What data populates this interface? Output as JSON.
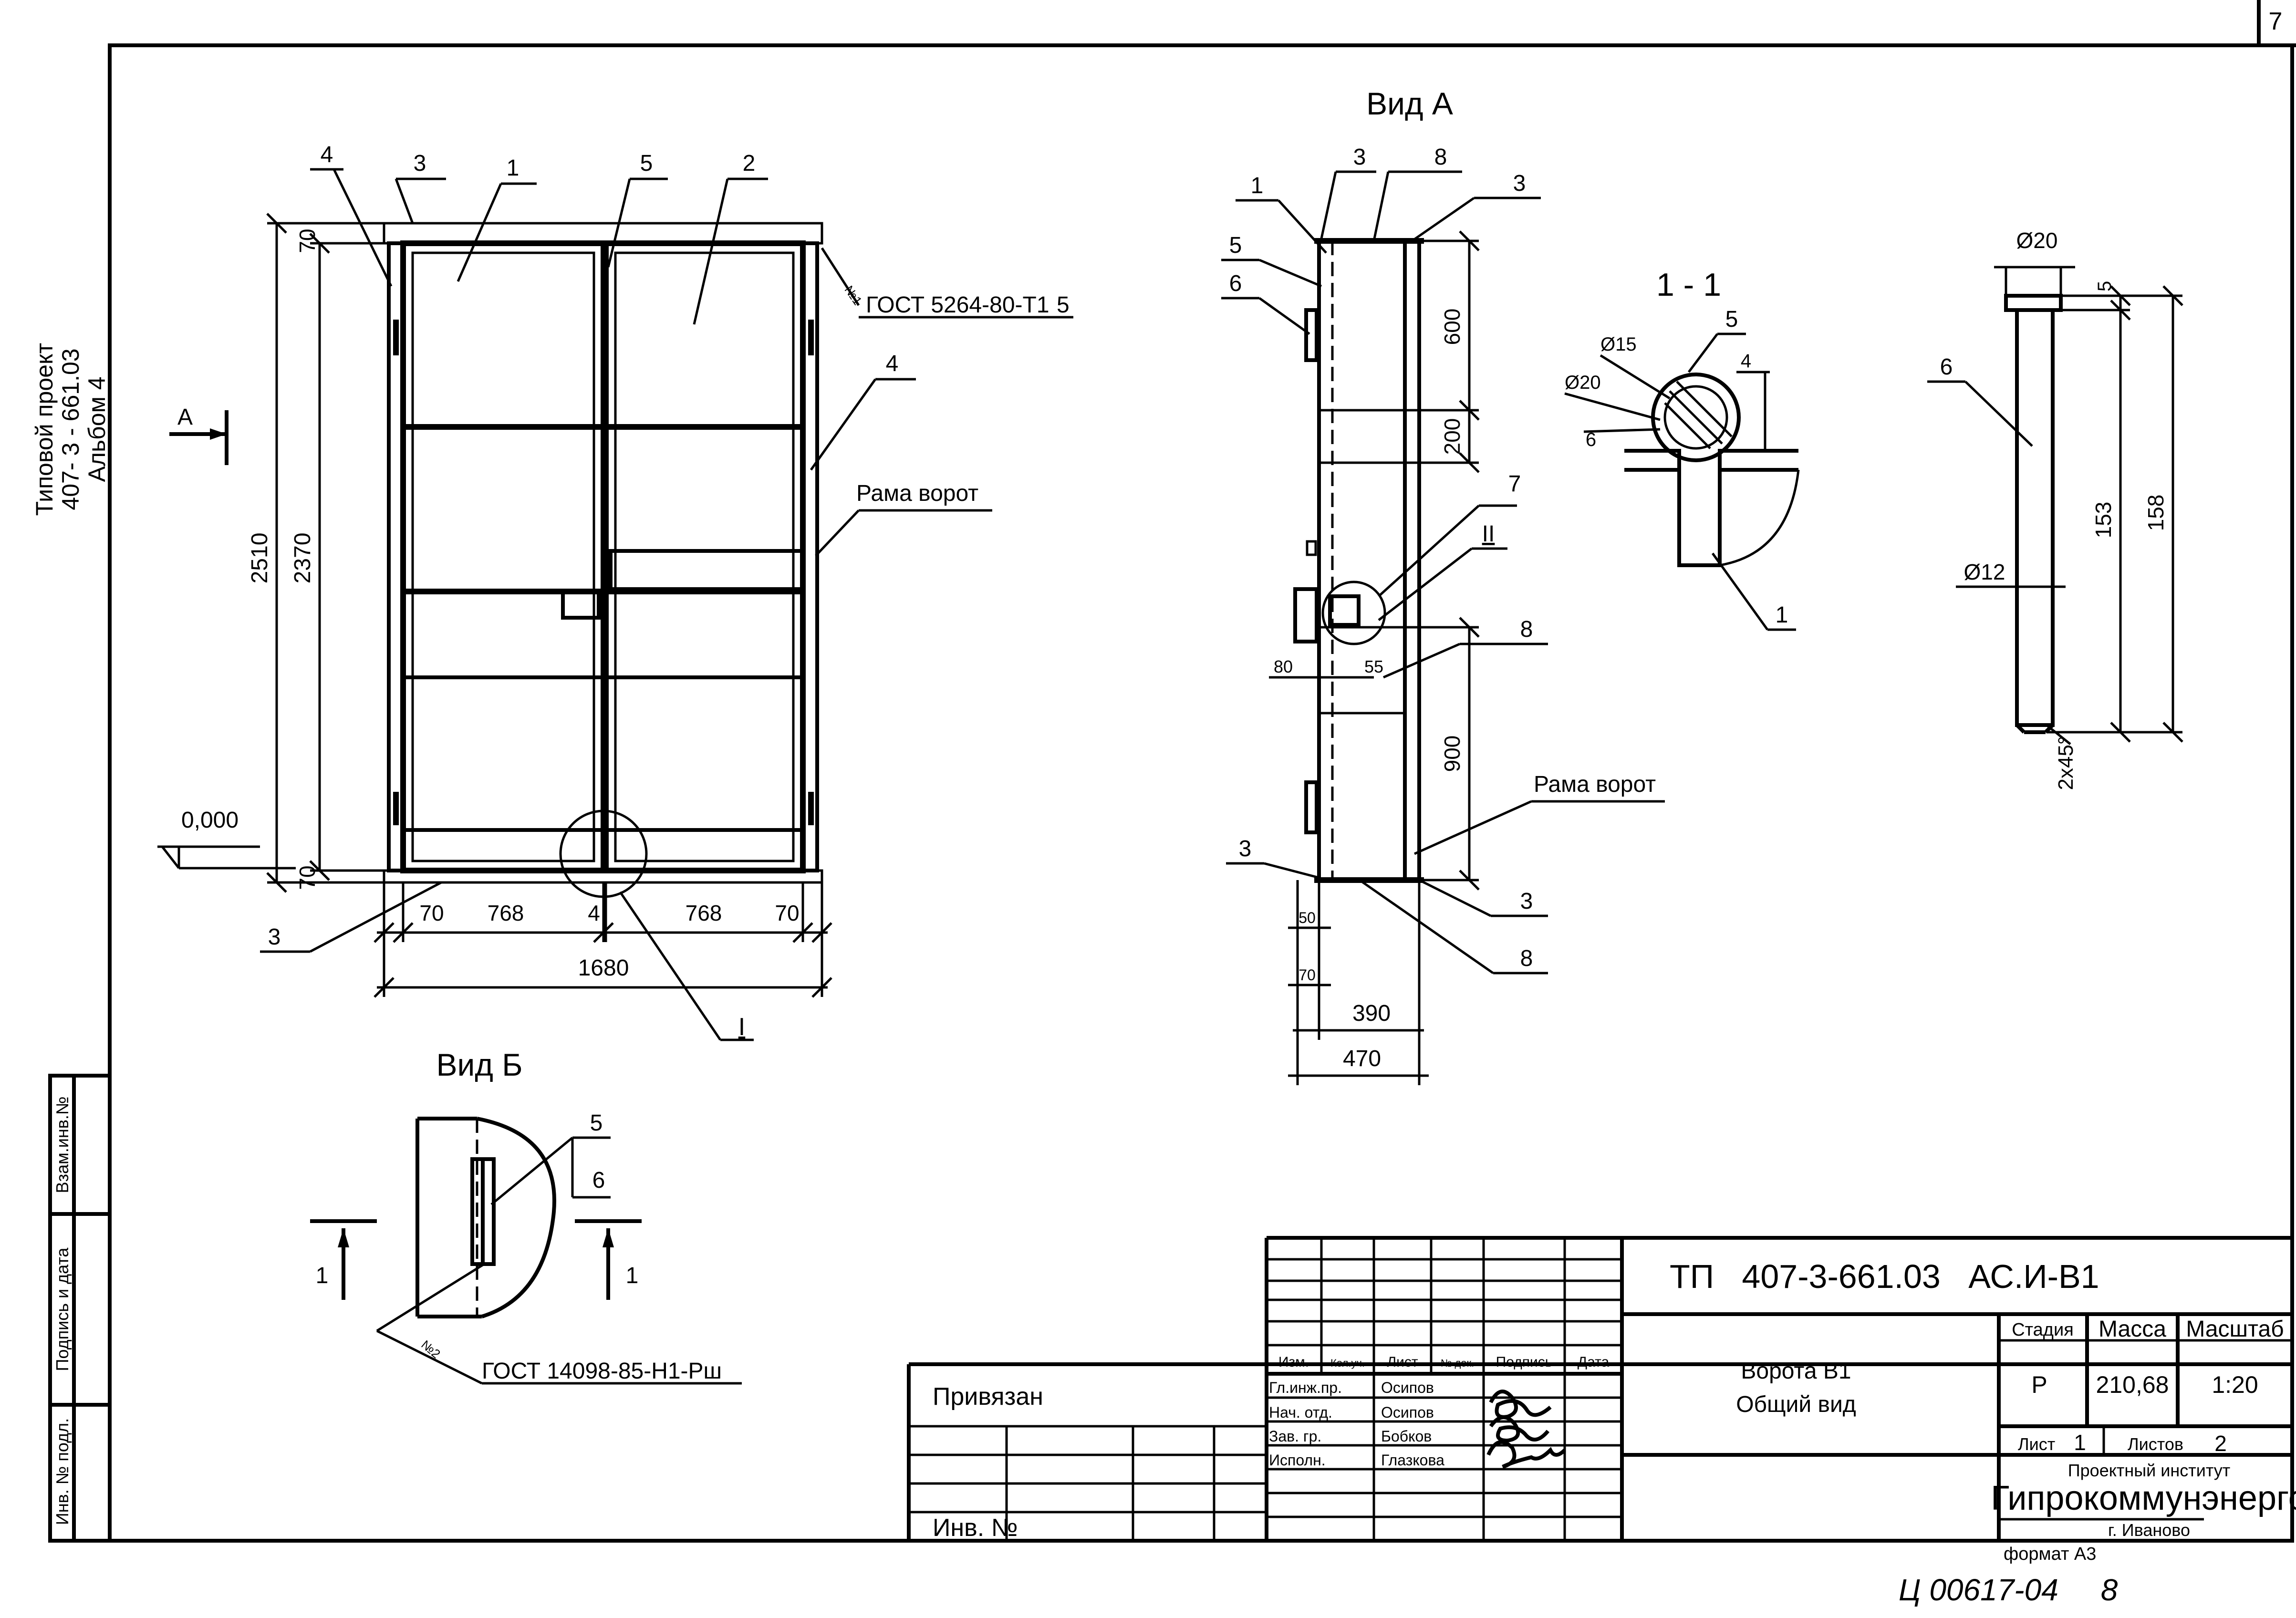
{
  "page_number": "7",
  "side_stamp": {
    "line1": "Типовой проект",
    "line2": "407- 3 - 661.03",
    "line3": "Альбом 4"
  },
  "left_margin_labels": {
    "vzam": "Взам.инв.№",
    "podpis": "Подпись и дата",
    "inv": "Инв. № подл."
  },
  "main_view": {
    "section_marker": "А",
    "level_mark": "0,000",
    "gost_weld": "ГОСТ 5264-80-Т1",
    "weld_size": "5",
    "weld_no": "№1",
    "frame_label": "Рама ворот",
    "node_label": "I",
    "callouts": [
      "4",
      "3",
      "1",
      "5",
      "2",
      "4",
      "3"
    ],
    "dims": {
      "h_total": "2510",
      "h_inner": "2370",
      "top": "70",
      "bottom": "70",
      "w1": "70",
      "w2": "768",
      "w3": "4",
      "w4": "768",
      "w5": "70",
      "w_total": "1680"
    }
  },
  "view_a": {
    "title": "Вид А",
    "frame_label": "Рама ворот",
    "node_label": "II",
    "callouts": [
      "1",
      "3",
      "8",
      "3",
      "5",
      "6",
      "7",
      "8",
      "3",
      "3",
      "8"
    ],
    "dims": {
      "d600": "600",
      "d200": "200",
      "d900": "900",
      "d80": "80",
      "d55": "55",
      "d50": "50",
      "d70": "70",
      "d390": "390",
      "d470": "470"
    }
  },
  "section_1_1": {
    "title": "1 - 1",
    "d15": "Ø15",
    "d20": "Ø20",
    "callouts": [
      "5",
      "4",
      "6",
      "1"
    ]
  },
  "pin_detail": {
    "d20": "Ø20",
    "d12": "Ø12",
    "d5": "5",
    "d153": "153",
    "d158": "158",
    "chamfer": "2x45°",
    "callout": "6"
  },
  "view_b": {
    "title": "Вид Б",
    "callouts": [
      "5",
      "6"
    ],
    "section": "1",
    "weld_no": "№2",
    "gost": "ГОСТ 14098-85-Н1-Рш"
  },
  "title_block": {
    "code": "ТП   407-3-661.03   АС.И-В1",
    "object_line1": "Ворота В1",
    "object_line2": "Общий вид",
    "privyazan": "Привязан",
    "inv_no": "Инв. №",
    "headers": [
      "Изм.",
      "Кол.уч.",
      "Лист",
      "№ док.",
      "Подпись",
      "Дата"
    ],
    "staff": [
      {
        "role": "Гл.инж.пр.",
        "name": "Осипов"
      },
      {
        "role": "Нач. отд.",
        "name": "Осипов"
      },
      {
        "role": "Зав. гр.",
        "name": "Бобков"
      },
      {
        "role": "Исполн.",
        "name": "Глазкова"
      }
    ],
    "stage_label": "Стадия",
    "mass_label": "Масса",
    "scale_label": "Масштаб",
    "stage": "Р",
    "mass": "210,68",
    "scale": "1:20",
    "sheet_label": "Лист",
    "sheet": "1",
    "sheets_label": "Листов",
    "sheets": "2",
    "institute_line1": "Проектный институт",
    "institute_name": "Гипрокоммунэнерго",
    "city": "г. Иваново",
    "format": "формат А3"
  },
  "handwritten_note": "Ц 00617-04     8"
}
